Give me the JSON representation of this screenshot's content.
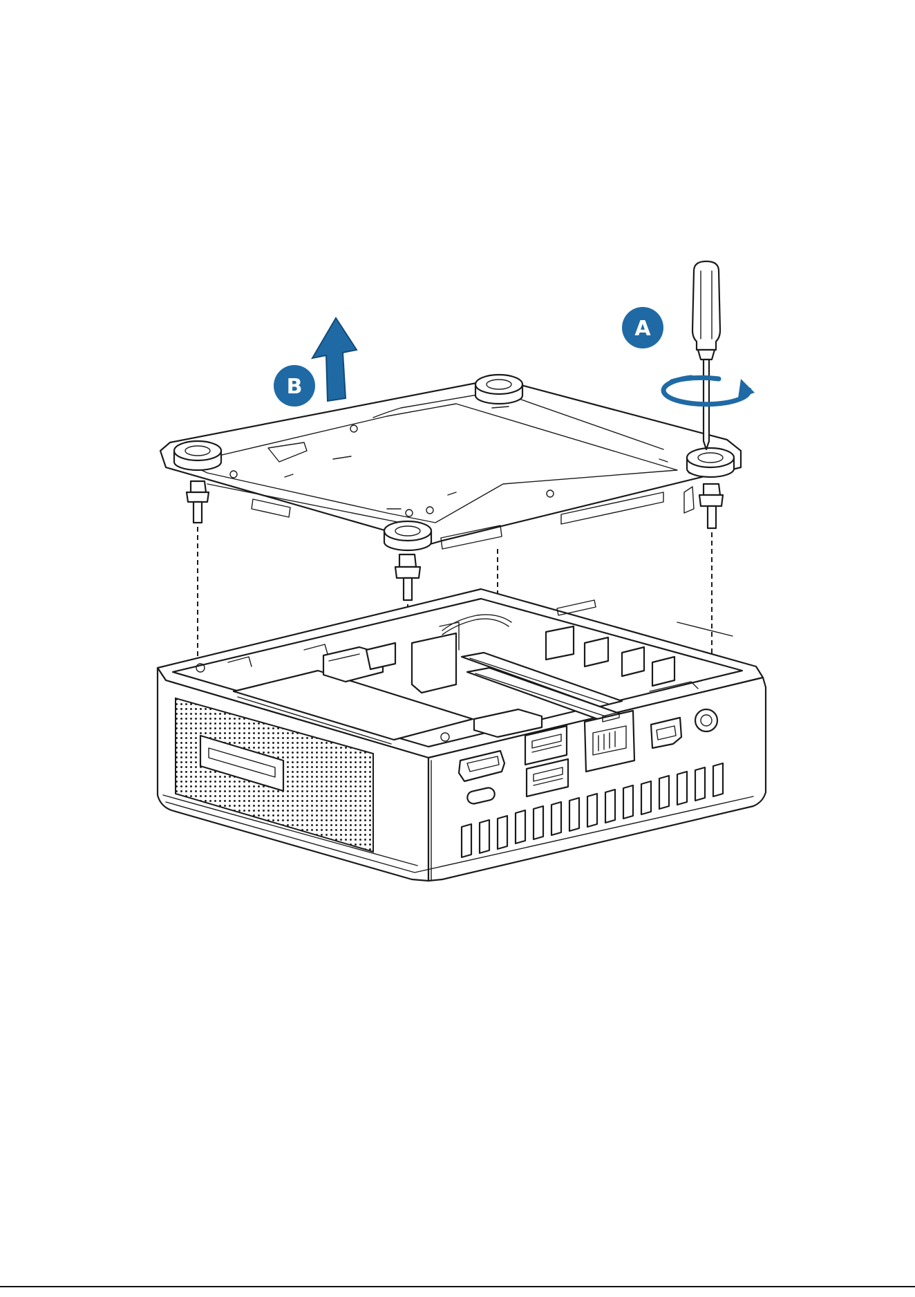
{
  "diagram": {
    "step_a": {
      "label": "A",
      "action": "unscrew"
    },
    "step_b": {
      "label": "B",
      "action": "lift"
    },
    "arrow_color": "#1f6aa5",
    "badge_color": "#1f6aa5"
  },
  "icons": [
    "screwdriver-icon",
    "rotate-arrow-icon",
    "up-arrow-icon"
  ]
}
